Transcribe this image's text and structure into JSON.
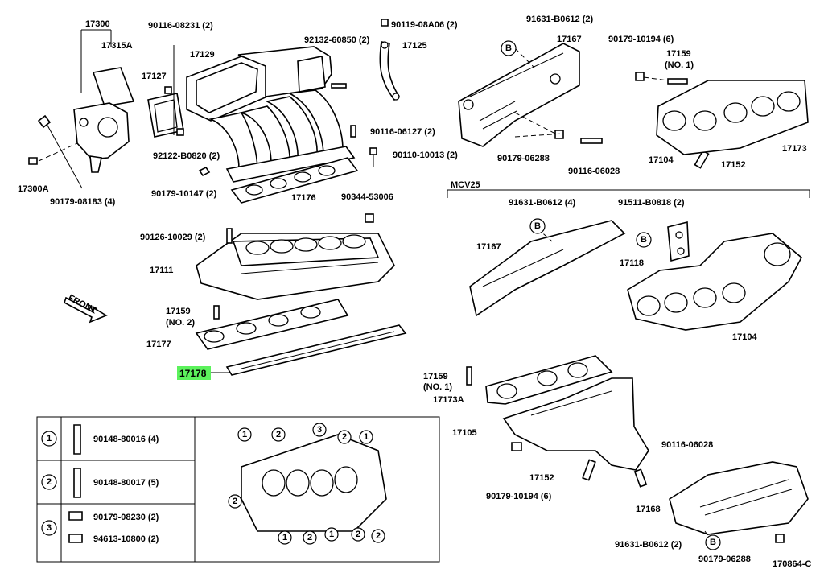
{
  "labels": {
    "p17300": "17300",
    "p17315A": "17315A",
    "p17300A": "17300A",
    "p90179_08183": "90179-08183 (4)",
    "p90116_08231": "90116-08231 (2)",
    "p17129": "17129",
    "p17127": "17127",
    "p92122_B0820": "92122-B0820 (2)",
    "p90179_10147": "90179-10147 (2)",
    "p92132_60850": "92132-60850 (2)",
    "p90119_08A06": "90119-08A06 (2)",
    "p17125": "17125",
    "p90116_06127": "90116-06127 (2)",
    "p90110_10013": "90110-10013 (2)",
    "p17176": "17176",
    "p90344_53006": "90344-53006",
    "p90126_10029": "90126-10029 (2)",
    "p17111": "17111",
    "front": "FRONT",
    "p17159_no2": "17159",
    "no2": "(NO. 2)",
    "p17177": "17177",
    "p17178": "17178",
    "p91631_B0612_2_top": "91631-B0612 (2)",
    "p17167_top": "17167",
    "p90179_10194_6_top": "90179-10194 (6)",
    "p17159_no1_top": "17159",
    "no1_top": "(NO. 1)",
    "p17173": "17173",
    "p17104_top": "17104",
    "p17152_top": "17152",
    "p90179_06288_top": "90179-06288",
    "p90116_06028_top": "90116-06028",
    "mcv25": "MCV25",
    "p91631_B0612_4": "91631-B0612 (4)",
    "p91511_B0818": "91511-B0818 (2)",
    "p17167_mid": "17167",
    "p17118": "17118",
    "p17104_mid": "17104",
    "p17159_no1_bot": "17159",
    "no1_bot": "(NO. 1)",
    "p17173A": "17173A",
    "p17105": "17105",
    "p90116_06028_bot": "90116-06028",
    "p17152_bot": "17152",
    "p90179_10194_6_bot": "90179-10194 (6)",
    "p17168": "17168",
    "p91631_B0612_2_bot": "91631-B0612 (2)",
    "p90179_06288_bot": "90179-06288",
    "code": "170864-C",
    "circle_b": "B"
  },
  "legend": {
    "rows": [
      {
        "marker": "1",
        "parts": [
          "90148-80016 (4)"
        ]
      },
      {
        "marker": "2",
        "parts": [
          "90148-80017 (5)"
        ]
      },
      {
        "marker": "3",
        "parts": [
          "90179-08230 (2)",
          "94613-10800 (2)"
        ]
      }
    ]
  },
  "highlight_color": "#5cf25c"
}
